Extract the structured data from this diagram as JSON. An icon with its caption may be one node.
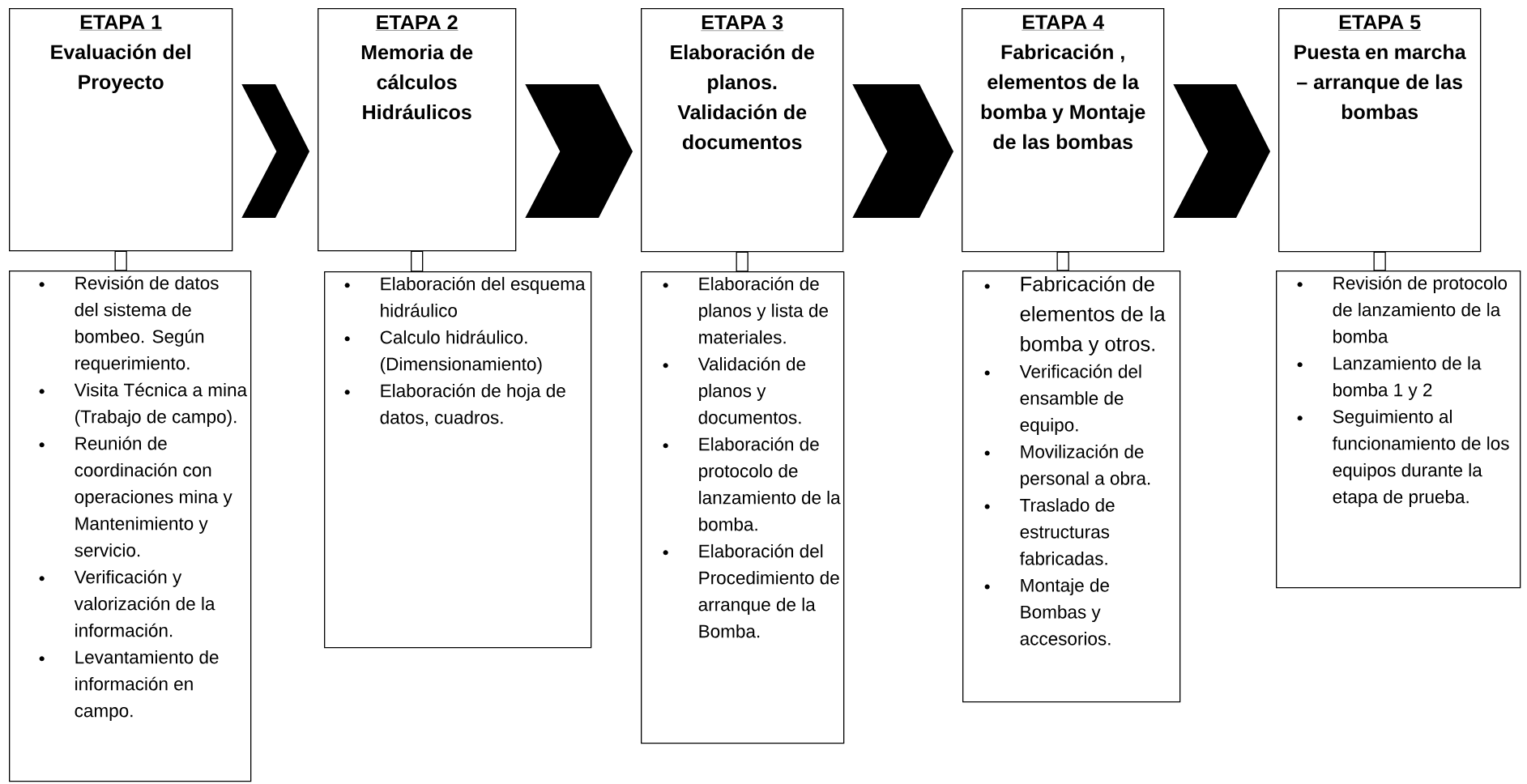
{
  "diagram": {
    "nodes": [
      {
        "text": [
          "ETAPA 1",
          "Evaluación del Proyecto"
        ]
      },
      {
        "text": [
          "ETAPA 2",
          "Memoria de cálculos Hidráulicos"
        ]
      },
      {
        "text": [
          "ETAPA 3",
          "Elaboración de planos. Validación de documentos"
        ]
      },
      {
        "text": [
          "ETAPA 4",
          "Fabricación , elementos de la bomba y Montaje de las bombas"
        ]
      },
      {
        "text": [
          "ETAPA 5",
          "Puesta en marcha – arranque de las bombas"
        ]
      },
      {
        "text": [
          "Revisión de datos del sistema de bombeo. Según requerimiento.",
          "Visita Técnica a mina (Trabajo de campo).",
          "Reunión de coordinación con operaciones mina y Mantenimiento y servicio.",
          "Verificación y valorización de la información.",
          "Levantamiento de información en campo."
        ]
      },
      {
        "text": [
          "Elaboración del esquema hidráulico",
          "Calculo hidráulico. (Dimensionamiento)",
          "Elaboración de hoja de datos, cuadros."
        ]
      },
      {
        "text": [
          "Elaboración de planos y lista de materiales.",
          "Validación de planos y documentos.",
          "Elaboración de protocolo de lanzamiento de la bomba.",
          "Elaboración del Procedimiento de arranque de la Bomba."
        ]
      },
      {
        "text": [
          "Fabricación de elementos de la bomba y otros.",
          "Verificación del ensamble de equipo.",
          "Movilización de personal a obra.",
          "Traslado de estructuras fabricadas.",
          "Montaje de Bombas y accesorios."
        ]
      },
      {
        "text": [
          "Revisión de protocolo de lanzamiento de la bomba",
          "Lanzamiento de la bomba 1 y 2",
          "Seguimiento al funcionamiento de los equipos durante la etapa de prueba."
        ]
      }
    ],
    "edges": [
      {
        "from": 0,
        "to": 1,
        "arrow": "to"
      },
      {
        "from": 1,
        "to": 2,
        "arrow": "to"
      },
      {
        "from": 2,
        "to": 3,
        "arrow": "to"
      },
      {
        "from": 3,
        "to": 4,
        "arrow": "to"
      },
      {
        "from": 0,
        "to": 5,
        "arrow": "none"
      },
      {
        "from": 1,
        "to": 6,
        "arrow": "none"
      },
      {
        "from": 2,
        "to": 7,
        "arrow": "none"
      },
      {
        "from": 3,
        "to": 8,
        "arrow": "none"
      },
      {
        "from": 4,
        "to": 9,
        "arrow": "none"
      }
    ]
  }
}
